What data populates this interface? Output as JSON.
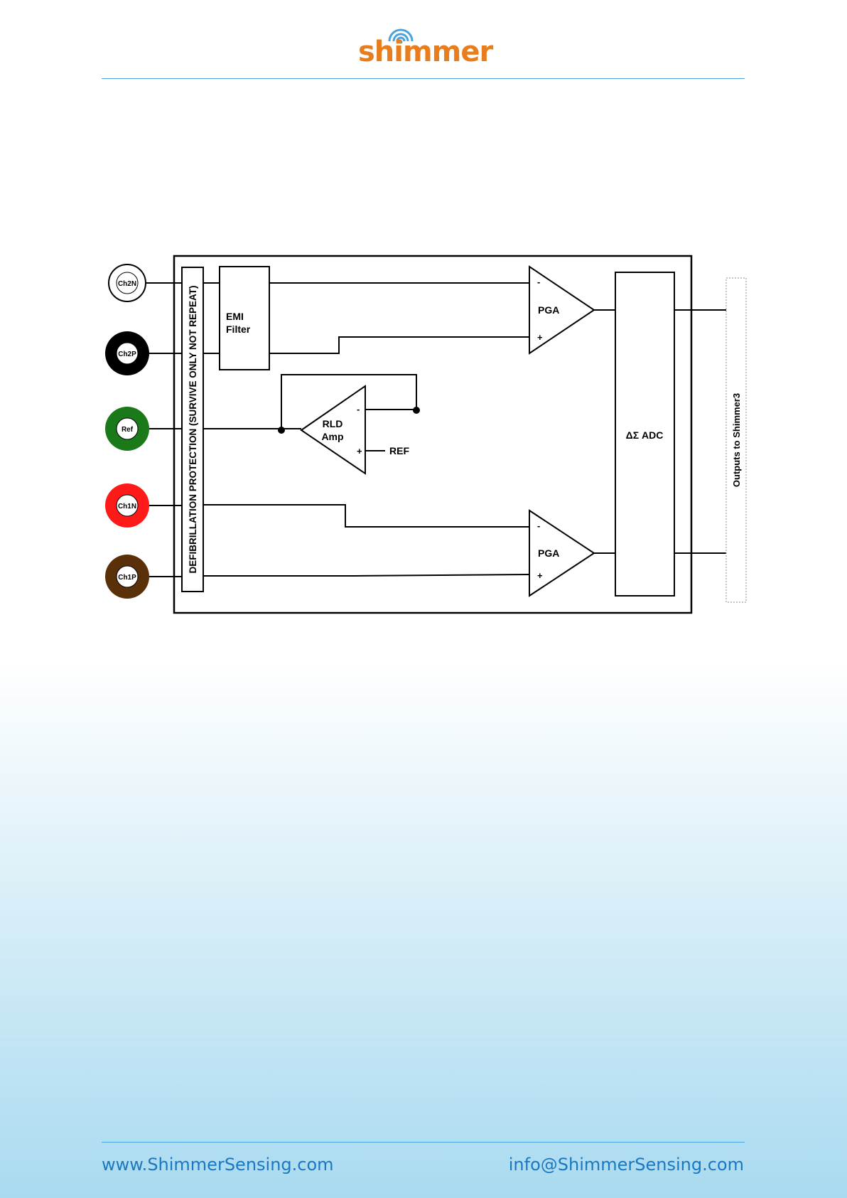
{
  "header": {
    "logo_text": "shimmer"
  },
  "diagram": {
    "connectors": [
      {
        "label": "Ch2N",
        "color": "#ffffff"
      },
      {
        "label": "Ch2P",
        "color": "#000000"
      },
      {
        "label": "Ref",
        "color": "#1a7a1a"
      },
      {
        "label": "Ch1N",
        "color": "#ff1a1a"
      },
      {
        "label": "Ch1P",
        "color": "#5a3008"
      }
    ],
    "defib_label": "DEFIBRILLATION PROTECTION (SURVIVE ONLY NOT REPEAT)",
    "emi_filter": [
      "EMI",
      "Filter"
    ],
    "pga_label": "PGA",
    "rld_amp": [
      "RLD",
      "Amp"
    ],
    "ref_label": "REF",
    "adc_label": "ΔΣ ADC",
    "minus": "-",
    "plus": "+",
    "outputs_label": "Outputs to Shimmer3"
  },
  "footer": {
    "website": "www.ShimmerSensing.com",
    "email": "info@ShimmerSensing.com"
  },
  "colors": {
    "brand_orange": "#e87d1e",
    "brand_blue": "#1a78c2"
  }
}
